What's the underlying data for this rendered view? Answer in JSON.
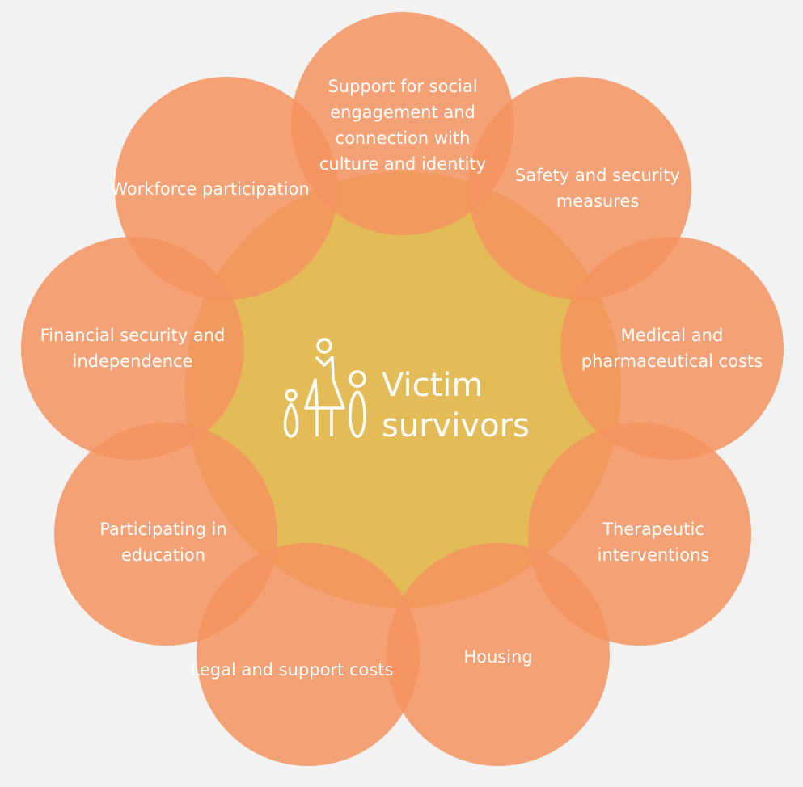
{
  "center": {
    "title_line1": "Victim",
    "title_line2": "survivors",
    "icon": "family-icon"
  },
  "items": [
    {
      "label": "Support for social engagement and connection with culture and identity"
    },
    {
      "label": "Safety and security measures"
    },
    {
      "label": "Medical and pharmaceutical costs"
    },
    {
      "label": "Therapeutic interventions"
    },
    {
      "label": "Housing"
    },
    {
      "label": "Legal and support costs"
    },
    {
      "label": "Participating in education"
    },
    {
      "label": "Financial security and independence"
    },
    {
      "label": "Workforce participation"
    }
  ],
  "colors": {
    "background": "#f2f2f2",
    "center": "#e4bc57",
    "petal": "#f4935f"
  }
}
